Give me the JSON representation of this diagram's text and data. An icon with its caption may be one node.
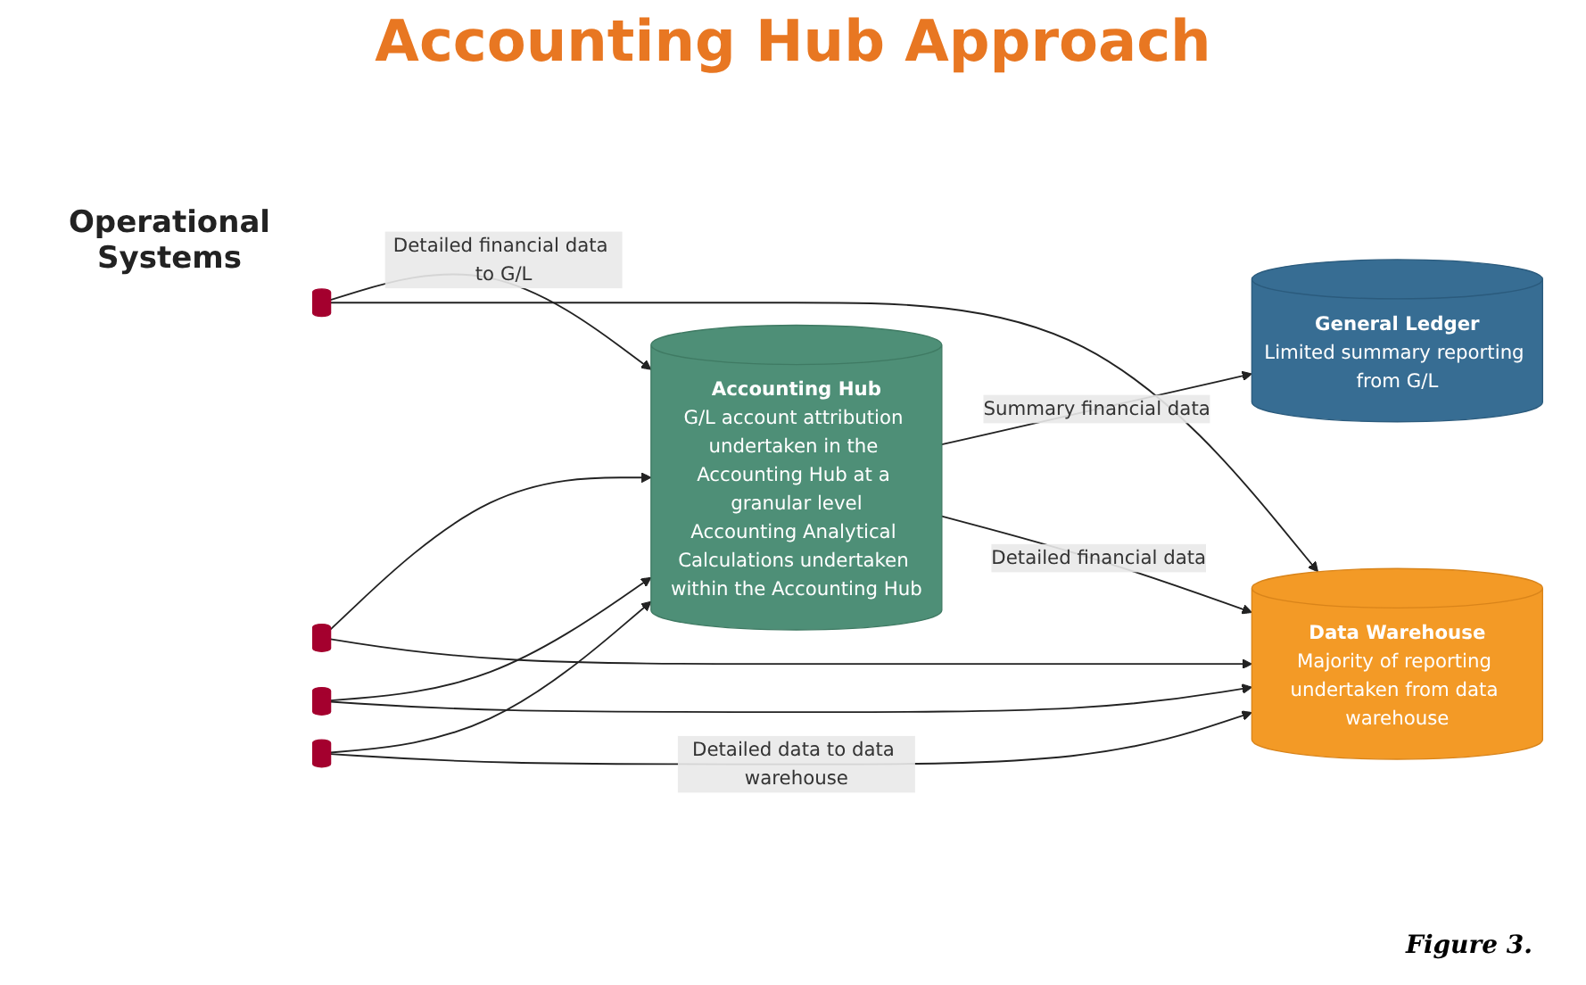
{
  "diagram": {
    "title": "Accounting Hub Approach",
    "nodes": [
      {
        "text": [],
        "shape": "cylinder"
      },
      {
        "text": [],
        "shape": "cylinder"
      },
      {
        "text": [],
        "shape": "cylinder"
      },
      {
        "text": [],
        "shape": "cylinder"
      },
      {
        "text": [
          "Accounting Hub",
          "G/L account attribution undertaken in the Accounting Hub at a granular level",
          "Accounting Analytical Calculations undertaken within the Accounting Hub"
        ]
      },
      {
        "text": [
          "General Ledger",
          "Limited summary reporting from G/L"
        ]
      },
      {
        "text": [
          "Data Warehouse",
          "Majority of reporting undertaken from data warehouse"
        ]
      }
    ],
    "edges": [
      {
        "from": 0,
        "to": 4,
        "arrow": "to",
        "label": "Detailed financial data to G/L"
      },
      {
        "from": 0,
        "to": 6,
        "arrow": "to"
      },
      {
        "from": 1,
        "to": 4,
        "arrow": "to"
      },
      {
        "from": 1,
        "to": 6,
        "arrow": "to"
      },
      {
        "from": 2,
        "to": 4,
        "arrow": "to"
      },
      {
        "from": 2,
        "to": 6,
        "arrow": "to"
      },
      {
        "from": 3,
        "to": 4,
        "arrow": "to"
      },
      {
        "from": 3,
        "to": 6,
        "arrow": "to",
        "label": "Detailed data to data warehouse"
      },
      {
        "from": 4,
        "to": 5,
        "arrow": "to",
        "label": "Summary financial data"
      },
      {
        "from": 4,
        "to": 6,
        "arrow": "to",
        "label": "Detailed financial data"
      }
    ],
    "labels": [
      "Operational Systems",
      "Figure 3."
    ]
  }
}
